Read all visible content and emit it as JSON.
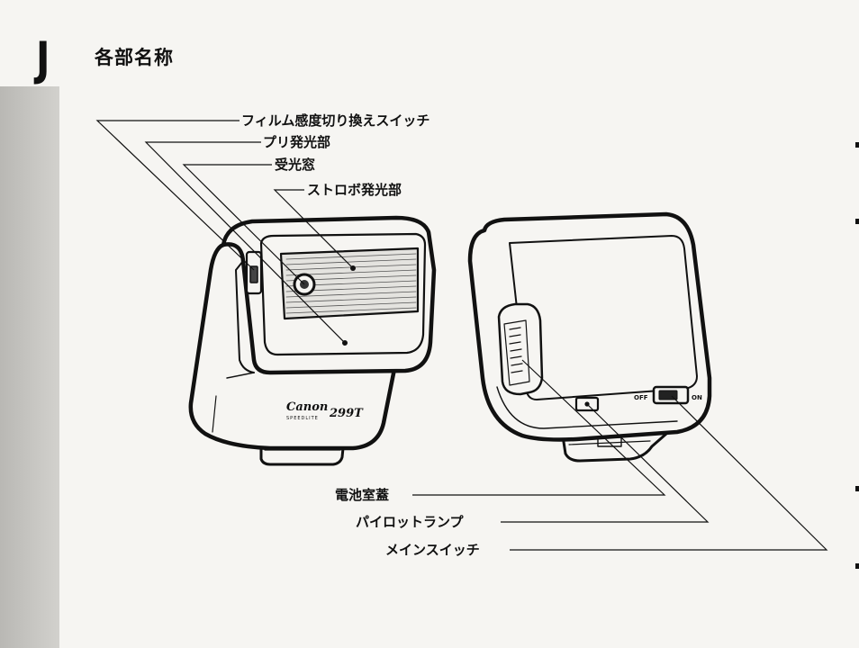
{
  "section_letter": "J",
  "title": "各部名称",
  "labels": {
    "film_speed_switch": "フィルム感度切り換えスイッチ",
    "pre_flash": "プリ発光部",
    "light_sensor": "受光窓",
    "strobe_flash": "ストロボ発光部",
    "battery_cover": "電池室蓋",
    "pilot_lamp": "パイロットランプ",
    "main_switch": "メインスイッチ"
  },
  "device": {
    "brand": "Canon",
    "series": "SPEEDLITE",
    "model": "299T",
    "switch_off": "OFF",
    "switch_on": "ON"
  }
}
